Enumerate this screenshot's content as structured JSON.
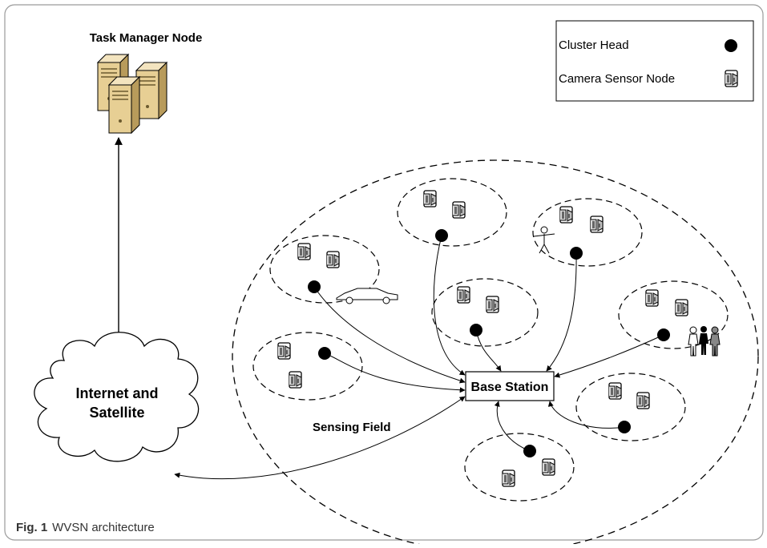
{
  "diagram": {
    "task_manager_label": "Task Manager Node",
    "cloud_label_line1": "Internet and",
    "cloud_label_line2": "Satellite",
    "base_station_label": "Base Station",
    "sensing_field_label": "Sensing Field",
    "legend": {
      "cluster_head_label": "Cluster Head",
      "camera_sensor_label": "Camera Sensor Node"
    }
  },
  "caption": {
    "figure_number": "Fig. 1",
    "text": "WVSN architecture"
  }
}
